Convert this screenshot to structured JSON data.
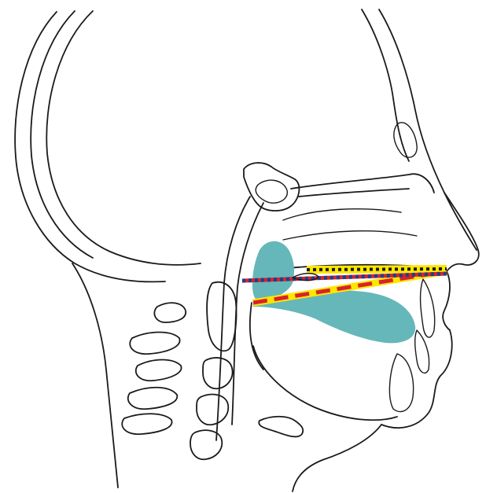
{
  "figure": {
    "description_text": "",
    "colors": {
      "background": "#ffffff",
      "outline": "#1a1a1a",
      "tongue_fill": "#66b7b9",
      "line_yellow": "#ffe600",
      "line_red": "#d8232a",
      "line_blue": "#1f3f8c",
      "line_dark": "#1a1a1a"
    },
    "regions": [
      {
        "name": "tongue-region",
        "color": "#66b7b9"
      },
      {
        "name": "soft-palate-region",
        "color": "#66b7b9"
      }
    ],
    "reference_lines": [
      {
        "name": "yellow-red-dashed-line",
        "colors": [
          "#ffe600",
          "#d8232a"
        ]
      },
      {
        "name": "yellow-dark-dotted-line",
        "colors": [
          "#ffe600",
          "#1a1a1a"
        ]
      },
      {
        "name": "blue-red-dotted-line",
        "colors": [
          "#1f3f8c",
          "#d8232a"
        ]
      }
    ]
  }
}
